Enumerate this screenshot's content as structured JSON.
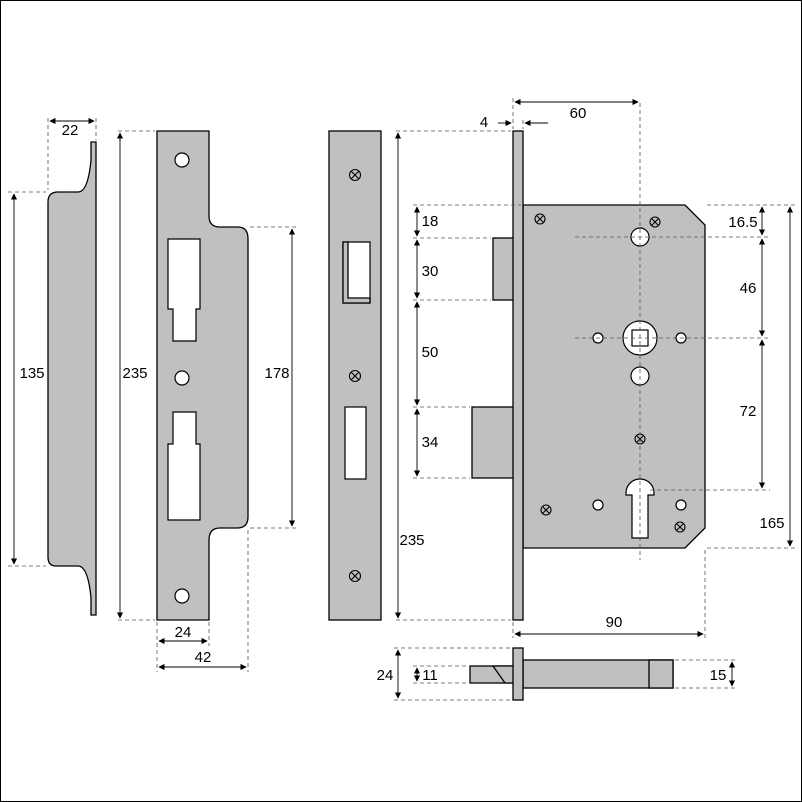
{
  "figure": {
    "strike_return": {
      "width": "22",
      "height": "135"
    },
    "faceplate": {
      "height": "235",
      "lip_height": "178",
      "width": "24",
      "overall_width": "42"
    },
    "forend": {
      "height": "235"
    },
    "lock_body": {
      "forend_thickness": "4",
      "backset": "60",
      "top_to_latch": "18",
      "latch_height": "30",
      "latch_to_bolt": "50",
      "bolt_height": "34",
      "top_to_follower": "16.5",
      "follower_offset": "46",
      "centre_distance": "72",
      "case_height": "165",
      "case_depth": "90"
    },
    "bolt_detail": {
      "total_height": "24",
      "bolt_height": "11",
      "tail_height": "15"
    }
  }
}
